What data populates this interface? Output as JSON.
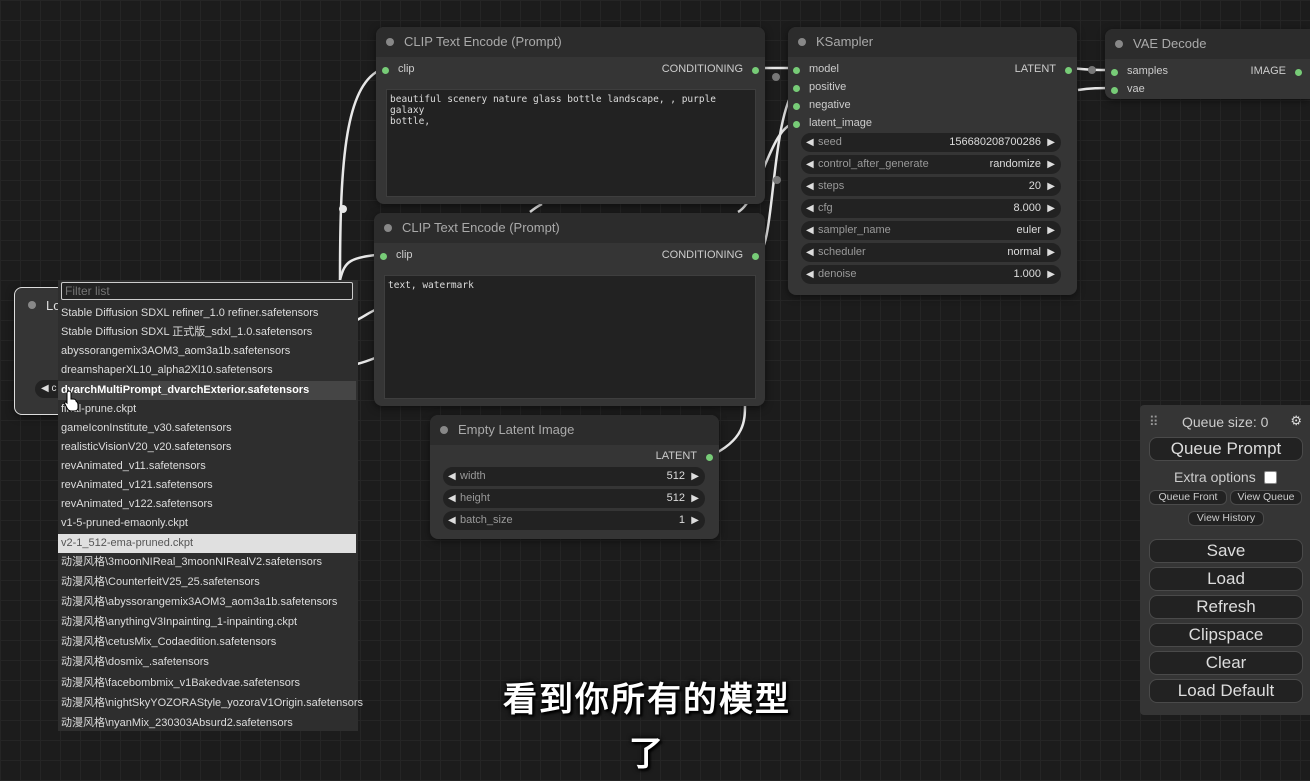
{
  "nodes": {
    "clip1": {
      "title": "CLIP Text Encode (Prompt)",
      "input": "clip",
      "output": "CONDITIONING",
      "text": "beautiful scenery nature glass bottle landscape, , purple galaxy\nbottle,"
    },
    "clip2": {
      "title": "CLIP Text Encode (Prompt)",
      "input": "clip",
      "output": "CONDITIONING",
      "text": "text, watermark"
    },
    "ksampler": {
      "title": "KSampler",
      "inputs": [
        "model",
        "positive",
        "negative",
        "latent_image"
      ],
      "output": "LATENT",
      "widgets": [
        {
          "label": "seed",
          "value": "156680208700286"
        },
        {
          "label": "control_after_generate",
          "value": "randomize"
        },
        {
          "label": "steps",
          "value": "20"
        },
        {
          "label": "cfg",
          "value": "8.000"
        },
        {
          "label": "sampler_name",
          "value": "euler"
        },
        {
          "label": "scheduler",
          "value": "normal"
        },
        {
          "label": "denoise",
          "value": "1.000"
        }
      ]
    },
    "vae": {
      "title": "VAE Decode",
      "inputs": [
        "samples",
        "vae"
      ],
      "output": "IMAGE"
    },
    "latent": {
      "title": "Empty Latent Image",
      "output": "LATENT",
      "widgets": [
        {
          "label": "width",
          "value": "512"
        },
        {
          "label": "height",
          "value": "512"
        },
        {
          "label": "batch_size",
          "value": "1"
        }
      ]
    },
    "loader": {
      "title": "Lo",
      "widget_prefix": "c"
    }
  },
  "dropdown": {
    "placeholder": "Filter list",
    "items": [
      "Stable Diffusion SDXL refiner_1.0 refiner.safetensors",
      "Stable Diffusion SDXL 正式版_sdxl_1.0.safetensors",
      "abyssorangemix3AOM3_aom3a1b.safetensors",
      "dreamshaperXL10_alpha2Xl10.safetensors",
      "dvarchMultiPrompt_dvarchExterior.safetensors",
      "final-prune.ckpt",
      "gameIconInstitute_v30.safetensors",
      "realisticVisionV20_v20.safetensors",
      "revAnimated_v11.safetensors",
      "revAnimated_v121.safetensors",
      "revAnimated_v122.safetensors",
      "v1-5-pruned-emaonly.ckpt",
      "v2-1_512-ema-pruned.ckpt",
      "动漫风格\\3moonNIReal_3moonNIRealV2.safetensors",
      "动漫风格\\CounterfeitV25_25.safetensors",
      "动漫风格\\abyssorangemix3AOM3_aom3a1b.safetensors",
      "动漫风格\\anythingV3Inpainting_1-inpainting.ckpt",
      "动漫风格\\cetusMix_Codaedition.safetensors",
      "动漫风格\\dosmix_.safetensors",
      "动漫风格\\facebombmix_v1Bakedvae.safetensors",
      "动漫风格\\nightSkyYOZORAStyle_yozoraV1Origin.safetensors",
      "动漫风格\\nyanMix_230303Absurd2.safetensors"
    ]
  },
  "queue": {
    "size_label": "Queue size: 0",
    "queue_prompt": "Queue Prompt",
    "extra_options": "Extra options",
    "queue_front": "Queue Front",
    "view_queue": "View Queue",
    "view_history": "View History",
    "buttons": [
      "Save",
      "Load",
      "Refresh",
      "Clipspace",
      "Clear",
      "Load Default"
    ]
  },
  "subtitle": "看到你所有的模型了",
  "colors": {
    "pin": "#77cc77",
    "background": "#1c1c1c",
    "node": "#353535"
  }
}
